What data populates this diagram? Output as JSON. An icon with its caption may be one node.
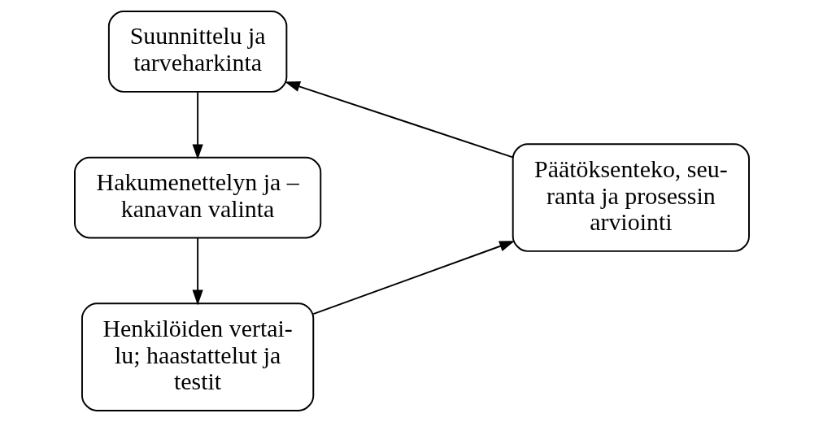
{
  "diagram": {
    "nodes": [
      {
        "text": [
          "Suunnittelu ja tarveharkinta"
        ]
      },
      {
        "text": [
          "Hakumenettelyn ja – kanavan valinta"
        ]
      },
      {
        "text": [
          "Henkilöiden vertai- lu; haastattelut ja testit"
        ]
      },
      {
        "text": [
          "Päätöksenteko, seu- ranta ja prosessin arviointi"
        ]
      }
    ],
    "edges": [
      {
        "from": 0,
        "to": 1,
        "arrow": "to"
      },
      {
        "from": 1,
        "to": 2,
        "arrow": "to"
      },
      {
        "from": 2,
        "to": 3,
        "arrow": "to"
      },
      {
        "from": 3,
        "to": 0,
        "arrow": "to"
      }
    ]
  }
}
